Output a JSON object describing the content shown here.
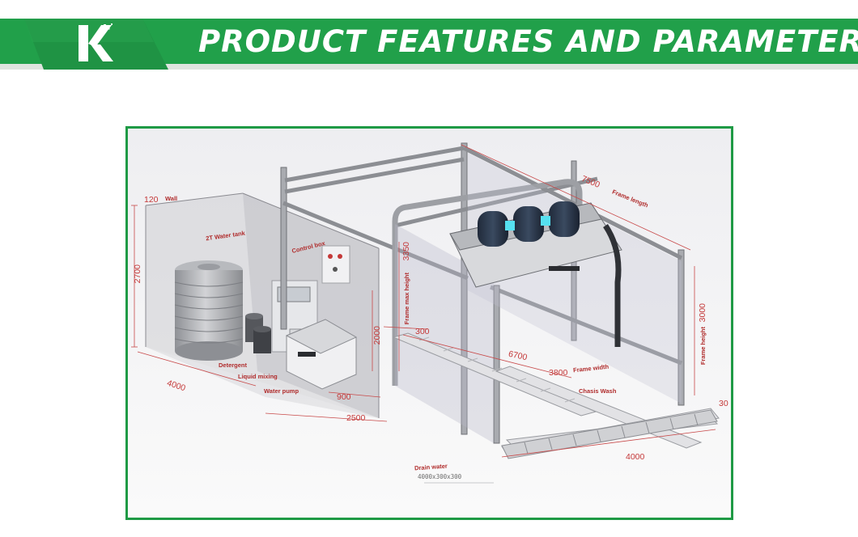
{
  "header": {
    "logo_letter": "K",
    "title": "PRODUCT FEATURES AND PARAMETERS"
  },
  "colors": {
    "banner_green": "#21a04a",
    "frame_green": "#1f9a45",
    "dimension_red": "#c43838"
  },
  "diagram": {
    "dimensions": {
      "wall": "120",
      "room_height": "2700",
      "room_depth": "4000",
      "frame_length": "7500",
      "frame_max_height": "3350",
      "room_inner_height": "2000",
      "pump_width": "900",
      "room_width": "2500",
      "offset": "300",
      "track_length": "6700",
      "frame_width": "3800",
      "frame_height": "3000",
      "drain_length": "4000",
      "edge_cut": "30"
    },
    "labels": {
      "wall": "Wall",
      "water_tank": "2T Water tank",
      "control_box": "Control box",
      "frame_length": "Frame length",
      "frame_max_height": "Frame max height",
      "frame_height": "Frame height",
      "frame_width": "Frame width",
      "detergent": "Detergent",
      "liquid_mixing": "Liquid mixing",
      "water_pump": "Water pump",
      "chasis_wash": "Chasis Wash",
      "drain_water": "Drain water",
      "drain_size": "4000x300x300"
    }
  }
}
